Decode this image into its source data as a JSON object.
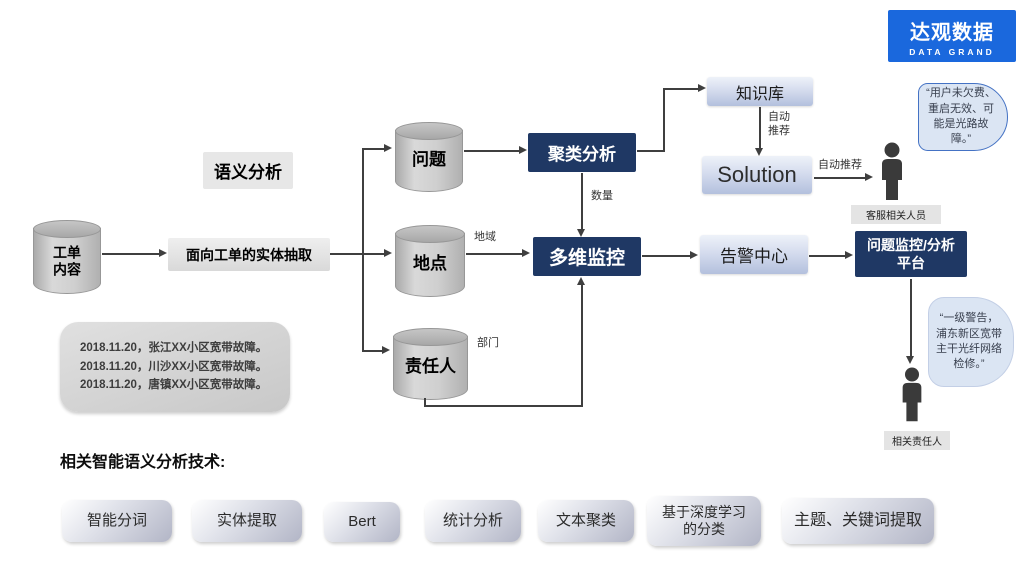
{
  "logo": {
    "name": "达观数据",
    "subtitle": "DATA GRAND"
  },
  "colors": {
    "navy_box": "#1f3864",
    "logo_blue": "#1a68dd",
    "bubble_fill": "#dbe5f3",
    "bubble_border": "#4472c4"
  },
  "pipeline": {
    "source_cylinder": "工单\n内容",
    "extraction": "面向工单的实体抽取",
    "semantic_label": "语义分析",
    "entities": [
      {
        "label": "问题"
      },
      {
        "label": "地点"
      },
      {
        "label": "责任人"
      }
    ],
    "cluster": "聚类分析",
    "knowledge_base": "知识库",
    "solution": "Solution",
    "monitor": "多维监控",
    "alarm": "告警中心",
    "platform": "问题监控/分析\n平台"
  },
  "edge_labels": {
    "auto_recommend_down": "自动\n推荐",
    "auto_recommend_right": "自动推荐",
    "quantity": "数量",
    "region": "地域",
    "department": "部门"
  },
  "persons": [
    {
      "label": "客服相关人员"
    },
    {
      "label": "相关责任人"
    }
  ],
  "callouts": [
    {
      "text": "“用户未欠费、重启无效、可能是光路故障。”"
    },
    {
      "text": "“一级警告，浦东新区宽带主干光纤网络检修。”"
    }
  ],
  "sample_box": {
    "lines": [
      "2018.11.20，张江XX小区宽带故障。",
      "2018.11.20，川沙XX小区宽带故障。",
      "2018.11.20，唐镇XX小区宽带故障。"
    ]
  },
  "tech": {
    "heading": "相关智能语义分析技术:",
    "items": [
      "智能分词",
      "实体提取",
      "Bert",
      "统计分析",
      "文本聚类",
      "基于深度学习\n的分类",
      "主题、关键词提取"
    ]
  }
}
